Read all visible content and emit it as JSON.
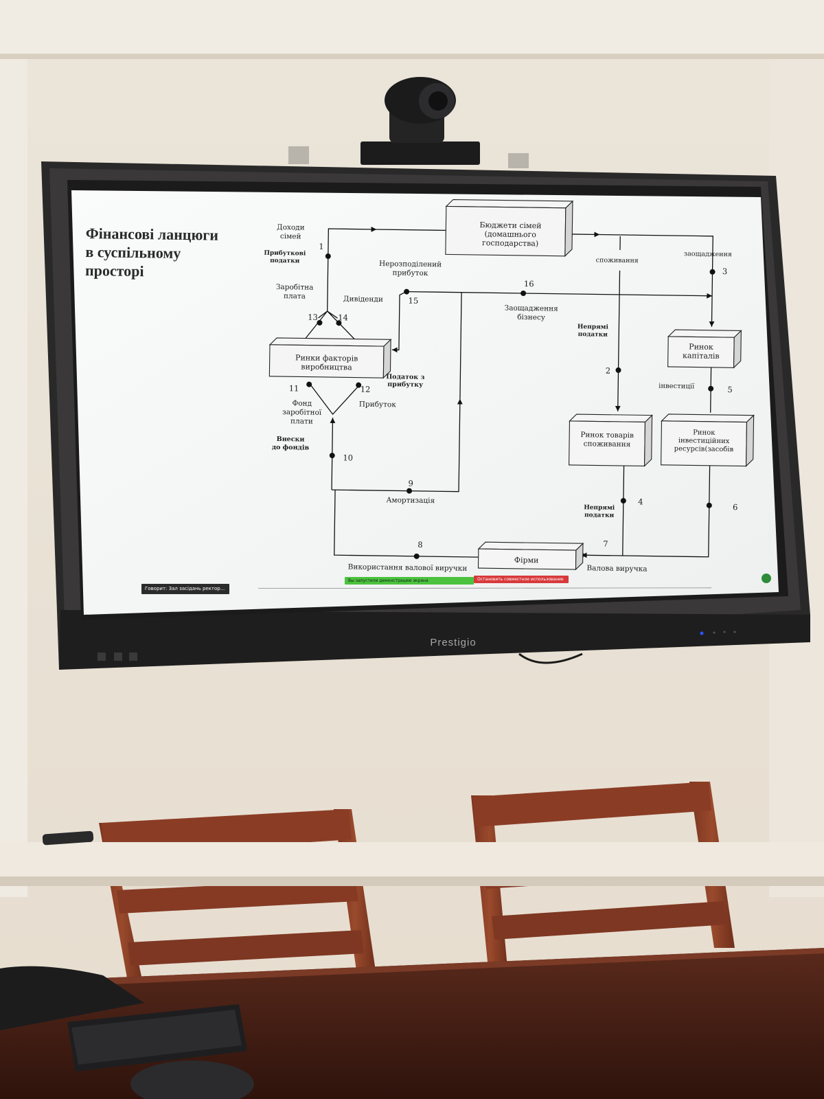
{
  "slide": {
    "title": "Фінансові ланцюги в суспільному просторі",
    "colors": {
      "screen": "#f6f7f7",
      "bezel": "#2b2a2a",
      "wall": "#eae3d7",
      "chair": "#8a3f26"
    },
    "boxes": {
      "households": [
        "Бюджети сімей",
        "(домашнього",
        "господарства)"
      ],
      "factor_markets": [
        "Ринки факторів",
        "виробництва"
      ],
      "capital_market": [
        "Ринок",
        "капіталів"
      ],
      "consumer_market": [
        "Ринок товарів",
        "споживання"
      ],
      "investment_market": [
        "Ринок",
        "інвестиційних",
        "ресурсів(засобів"
      ],
      "firms": [
        "Фірми"
      ]
    },
    "labels": {
      "family_income": [
        "Доходи",
        "сімей"
      ],
      "income_tax": [
        "Прибуткові",
        "податки"
      ],
      "wages": [
        "Заробітна",
        "плата"
      ],
      "undistributed_profit": [
        "Нерозподілений",
        "прибуток"
      ],
      "dividends": "Дивіденди",
      "business_savings": [
        "Заощадження",
        "бізнесу"
      ],
      "consumption": "споживання",
      "savings": "заощадження",
      "indirect_taxes_1": [
        "Непрямі",
        "податки"
      ],
      "profit_tax": [
        "Податок з",
        "прибутку"
      ],
      "wage_fund": [
        "Фонд",
        "заробітної",
        "плати"
      ],
      "profit": "Прибуток",
      "fund_contributions": [
        "Внески",
        "до фондів"
      ],
      "investments": "інвестиції",
      "depreciation": "Амортизація",
      "indirect_taxes_2": [
        "Непрямі",
        "податки"
      ],
      "gross_revenue_use": "Використання валової виручки",
      "gross_revenue": "Валова виручка"
    },
    "nodes": [
      "1",
      "2",
      "3",
      "4",
      "5",
      "6",
      "7",
      "8",
      "9",
      "10",
      "11",
      "12",
      "13",
      "14",
      "15",
      "16"
    ]
  },
  "overlay": {
    "speaker": "Говорит: Зал засідань ректор...",
    "sharing": "Вы запустили демонстрацию экрана",
    "stop": "Остановить совместное использование",
    "colors": {
      "sharing": "#4cc23f",
      "stop": "#d8393b",
      "speaker": "#2b2b2b"
    }
  },
  "monitor": {
    "brand": "Prestigio"
  }
}
